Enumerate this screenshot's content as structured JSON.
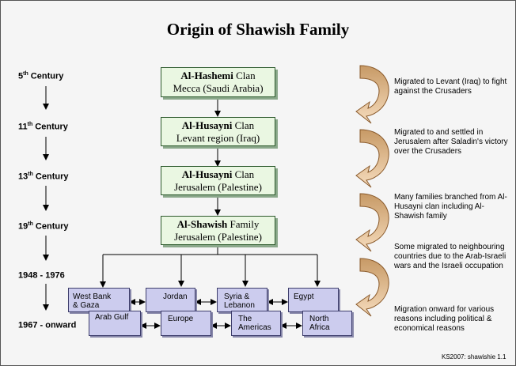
{
  "title": "Origin of Shawish Family",
  "timeline": [
    {
      "label": "5",
      "suffix": "th",
      "rest": " Century"
    },
    {
      "label": "11",
      "suffix": "th",
      "rest": " Century"
    },
    {
      "label": "13",
      "suffix": "th",
      "rest": " Century"
    },
    {
      "label": "19",
      "suffix": "th",
      "rest": " Century"
    },
    {
      "label": "1948 - 1976",
      "suffix": "",
      "rest": ""
    },
    {
      "label": "1967 - onward",
      "suffix": "",
      "rest": ""
    }
  ],
  "clans": [
    {
      "name": "Al-Hashemi",
      "kind": " Clan",
      "place": "Mecca (Saudi Arabia)"
    },
    {
      "name": "Al-Husayni",
      "kind": " Clan",
      "place": "Levant region (Iraq)"
    },
    {
      "name": "Al-Husayni",
      "kind": " Clan",
      "place": "Jerusalem (Palestine)"
    },
    {
      "name": "Al-Shawish",
      "kind": " Family",
      "place": "Jerusalem (Palestine)"
    }
  ],
  "regions": {
    "west_bank_1": "West Bank",
    "west_bank_2": "& Gaza",
    "jordan": "Jordan",
    "syria_1": "Syria &",
    "syria_2": "Lebanon",
    "egypt": "Egypt",
    "arab_gulf": "Arab Gulf",
    "europe": "Europe",
    "americas_1": "The",
    "americas_2": "Americas",
    "north_africa_1": "North",
    "north_africa_2": "Africa"
  },
  "notes": [
    "Migrated to Levant (Iraq) to fight against the Crusaders",
    "Migrated to and settled in Jerusalem after Saladin's victory over the Crusaders",
    "Many families branched from Al-Husayni clan including Al-Shawish family",
    "Some migrated to neighbouring countries due to the Arab-Israeli wars and the Israeli occupation",
    "Migration onward for various reasons including political & economical reasons"
  ],
  "footer": "KS2007: shawishie 1.1",
  "colors": {
    "clan_fill": "#eaf7e2",
    "region_fill": "#ccccee",
    "arrow_gradient_top": "#c79a66",
    "arrow_gradient_bottom": "#f6dcbd"
  }
}
